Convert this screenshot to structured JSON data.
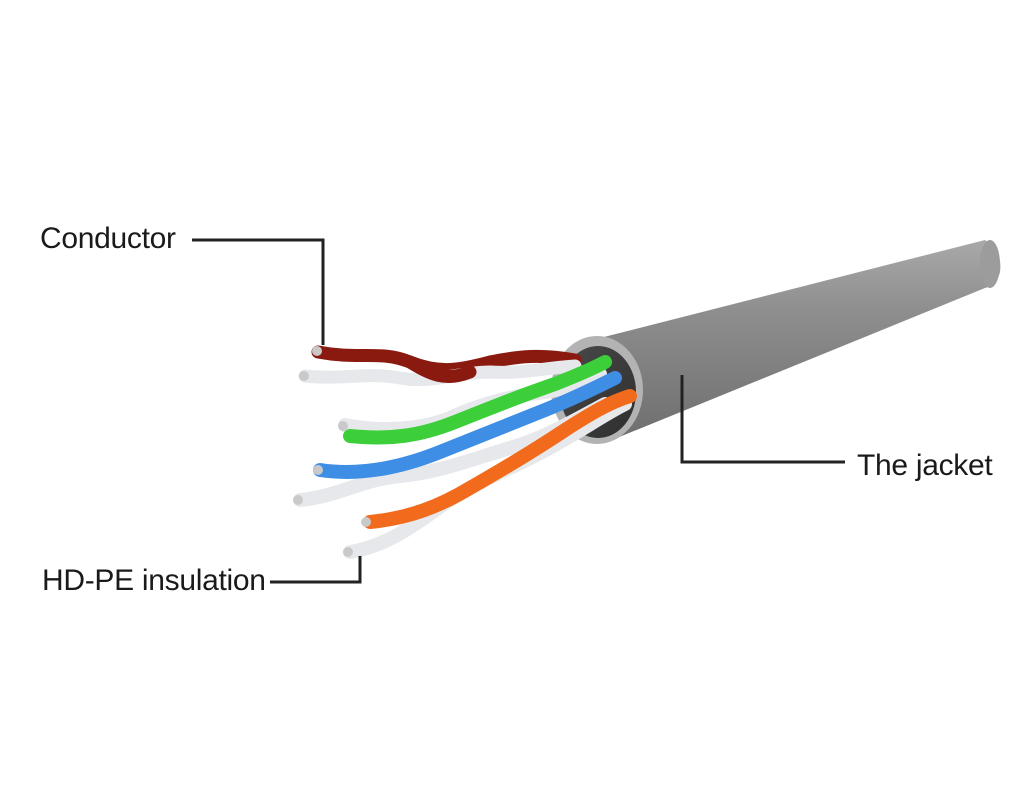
{
  "labels": {
    "conductor": "Conductor",
    "jacket": "The jacket",
    "insulation": "HD-PE insulation"
  },
  "colors": {
    "background": "#ffffff",
    "jacket": "#8c8c8c",
    "jacket_shadow": "#6b6b6b",
    "jacket_highlight": "#b5b5b5",
    "pair_brown": "#8a1a10",
    "pair_green": "#3ccf3a",
    "pair_blue": "#3f8ee6",
    "pair_orange": "#f26a1b",
    "pair_white": "#e6e8ec",
    "copper": "#c9c9c9",
    "leader_line": "#222222"
  },
  "components": [
    "cable-jacket",
    "brown-twisted-pair",
    "green-twisted-pair",
    "blue-twisted-pair",
    "orange-twisted-pair"
  ]
}
